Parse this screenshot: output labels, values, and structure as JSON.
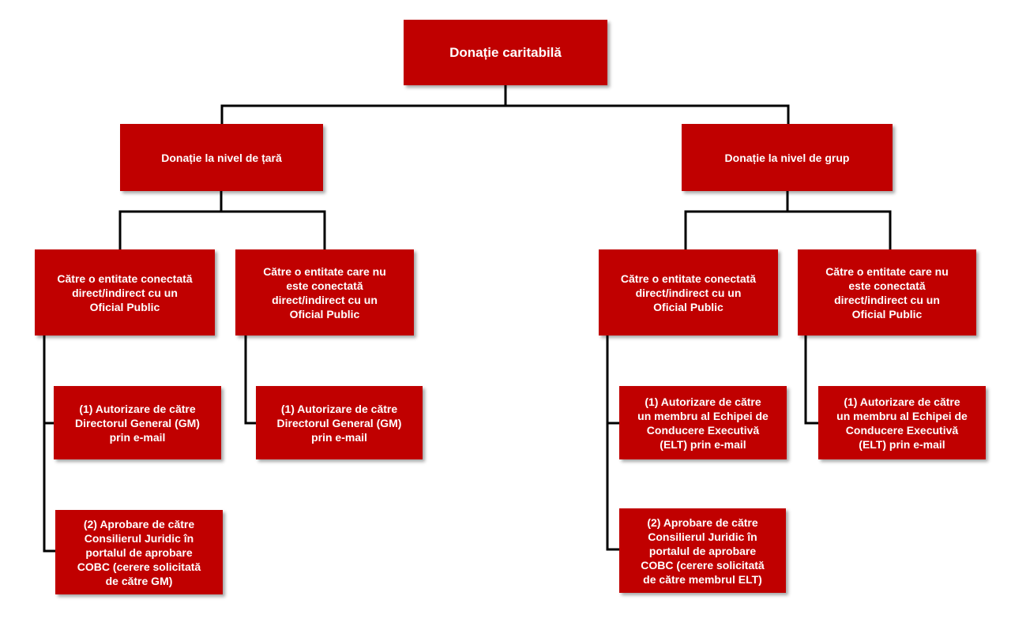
{
  "diagram": {
    "root": {
      "label": "Donație caritabilă"
    },
    "country": {
      "label": "Donație la nivel de țară",
      "connected": {
        "label": "Către o entitate conectată\ndirect/indirect cu un\nOficial Public"
      },
      "not_connected": {
        "label": "Către o entitate care nu\neste conectată\ndirect/indirect cu un\nOficial Public"
      },
      "connected_step1": {
        "label": "(1) Autorizare de către\nDirectorul General (GM)\nprin e-mail"
      },
      "connected_step2": {
        "label": "(2) Aprobare de către\nConsilierul Juridic în\nportalul de aprobare\nCOBC (cerere solicitată\nde către GM)"
      },
      "not_connected_step1": {
        "label": "(1) Autorizare de către\nDirectorul General (GM)\nprin e-mail"
      }
    },
    "group": {
      "label": "Donație la nivel de grup",
      "connected": {
        "label": "Către o entitate conectată\ndirect/indirect cu un\nOficial Public"
      },
      "not_connected": {
        "label": "Către o entitate care nu\neste conectată\ndirect/indirect cu un\nOficial Public"
      },
      "connected_step1": {
        "label": "(1) Autorizare de către\nun membru al Echipei de\nConducere Executivă\n(ELT) prin e-mail"
      },
      "connected_step2": {
        "label": "(2) Aprobare de către\nConsilierul Juridic în\nportalul de aprobare\nCOBC (cerere solicitată\nde către membrul ELT)"
      },
      "not_connected_step1": {
        "label": "(1) Autorizare de către\nun membru al Echipei de\nConducere Executivă\n(ELT) prin e-mail"
      }
    },
    "colors": {
      "box": "#c00000",
      "text": "#ffffff",
      "line": "#000000"
    }
  }
}
